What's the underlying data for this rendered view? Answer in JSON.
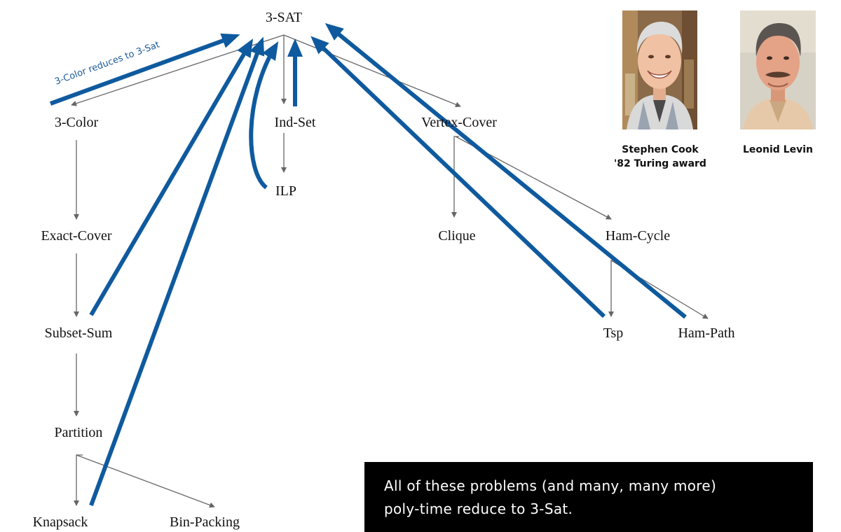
{
  "diagram": {
    "nodes": {
      "sat": "3-SAT",
      "color": "3-Color",
      "indset": "Ind-Set",
      "vc": "Vertex-Cover",
      "ilp": "ILP",
      "exact": "Exact-Cover",
      "clique": "Clique",
      "hamcycle": "Ham-Cycle",
      "subset": "Subset-Sum",
      "tsp": "Tsp",
      "hampath": "Ham-Path",
      "partition": "Partition",
      "knapsack": "Knapsack",
      "binpacking": "Bin-Packing"
    },
    "annotation": "3-Color reduces to 3-Sat",
    "colors": {
      "edge": "#666666",
      "reduction": "#0f5a9e",
      "callout_bg": "#000000",
      "callout_text": "#ffffff"
    }
  },
  "people": [
    {
      "name": "Stephen Cook",
      "detail": "'82 Turing award"
    },
    {
      "name": "Leonid Levin",
      "detail": ""
    }
  ],
  "callout": {
    "line1": "All of these problems (and many, many more)",
    "line2": "poly-time reduce to 3-Sat."
  }
}
